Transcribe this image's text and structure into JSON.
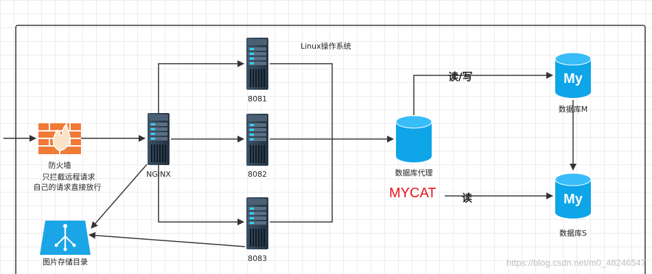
{
  "container_label": "Linux操作系统",
  "firewall": {
    "name": "防火墙",
    "desc_line1": "只拦截远程请求",
    "desc_line2": "自己的请求直接放行"
  },
  "nginx_label": "NGINX",
  "servers": [
    "8081",
    "8082",
    "8083"
  ],
  "storage_label": "图片存储目录",
  "proxy": {
    "label": "数据库代理",
    "name": "MYCAT"
  },
  "db_master": {
    "label": "数据库M",
    "logo": "My"
  },
  "db_slave": {
    "label": "数据库S",
    "logo": "My"
  },
  "edge_labels": {
    "read_write": "读/写",
    "read": "读"
  },
  "watermark": "https://blog.csdn.net/m0_48246547",
  "colors": {
    "firewall": "#f07a36",
    "server": "#2c3e50",
    "db": "#0ea5e9",
    "storage": "#1aa6e6",
    "mycat": "#e8141a"
  }
}
